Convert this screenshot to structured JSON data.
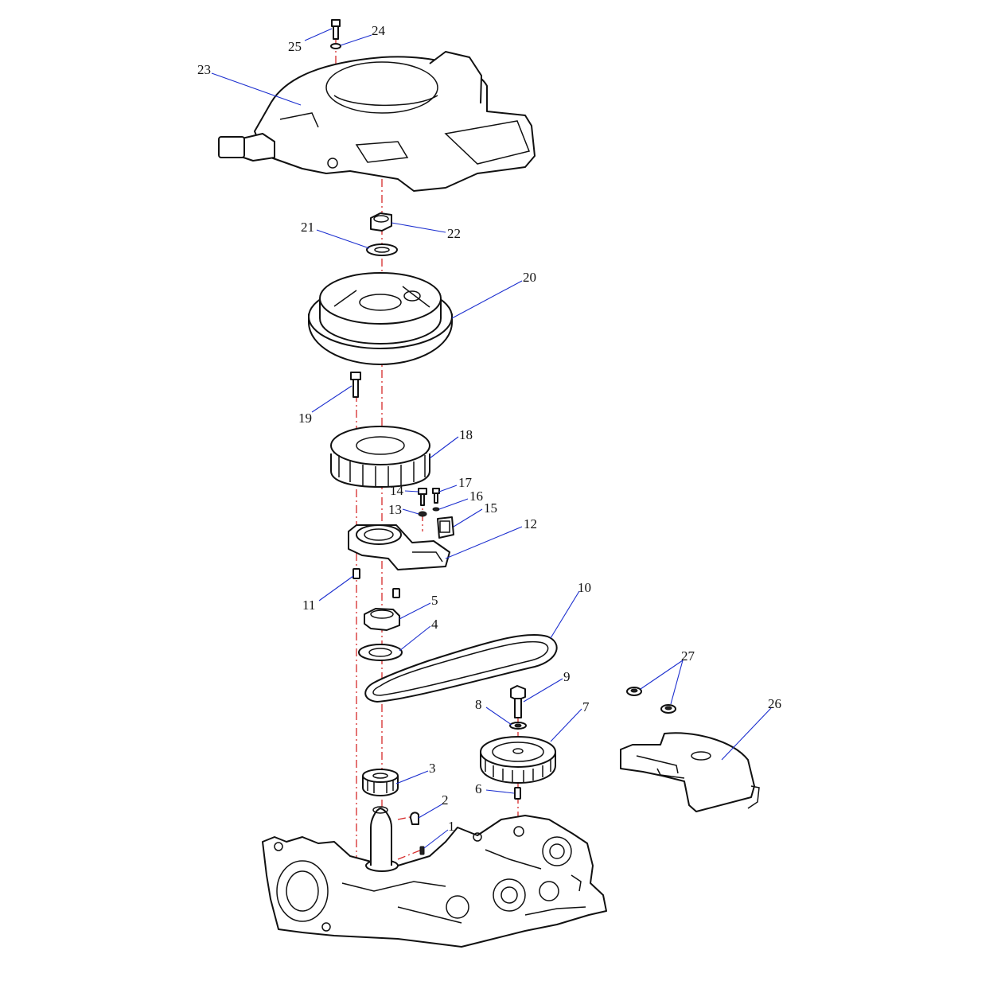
{
  "diagram": {
    "colors": {
      "line": "#111111",
      "axis": "#d62a2a",
      "leader": "#1c2fcf",
      "background": "#ffffff"
    },
    "callouts": [
      {
        "number": "1",
        "part": "key"
      },
      {
        "number": "2",
        "part": "woodruff-key"
      },
      {
        "number": "3",
        "part": "crankshaft-pulley"
      },
      {
        "number": "4",
        "part": "pulley-washer"
      },
      {
        "number": "5",
        "part": "flywheel-nut-lower"
      },
      {
        "number": "6",
        "part": "camshaft-pin"
      },
      {
        "number": "7",
        "part": "camshaft-pulley"
      },
      {
        "number": "8",
        "part": "pulley-bolt-washer"
      },
      {
        "number": "9",
        "part": "pulley-bolt"
      },
      {
        "number": "10",
        "part": "timing-belt"
      },
      {
        "number": "11",
        "part": "dowel-pin"
      },
      {
        "number": "12",
        "part": "stator-base"
      },
      {
        "number": "13",
        "part": "washer"
      },
      {
        "number": "14",
        "part": "screw"
      },
      {
        "number": "15",
        "part": "pulser-coil"
      },
      {
        "number": "16",
        "part": "washer-small"
      },
      {
        "number": "17",
        "part": "screw-small"
      },
      {
        "number": "18",
        "part": "stator-coil"
      },
      {
        "number": "19",
        "part": "stator-bolt"
      },
      {
        "number": "20",
        "part": "flywheel"
      },
      {
        "number": "21",
        "part": "flywheel-washer"
      },
      {
        "number": "22",
        "part": "flywheel-nut"
      },
      {
        "number": "23",
        "part": "recoil-starter"
      },
      {
        "number": "24",
        "part": "starter-washer"
      },
      {
        "number": "25",
        "part": "starter-bolt"
      },
      {
        "number": "26",
        "part": "belt-cover"
      },
      {
        "number": "27",
        "part": "grommet"
      }
    ]
  }
}
